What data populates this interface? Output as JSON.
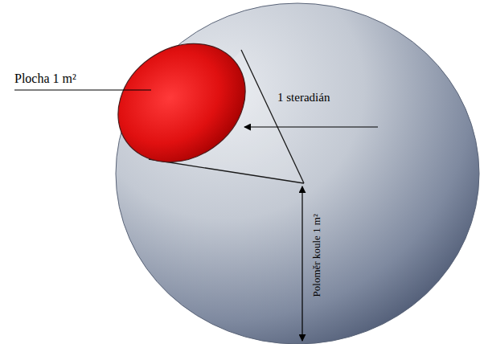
{
  "diagram": {
    "labels": [
      "Plocha 1 m²",
      "1 steradián",
      "Poloměr koule 1 m²"
    ]
  }
}
